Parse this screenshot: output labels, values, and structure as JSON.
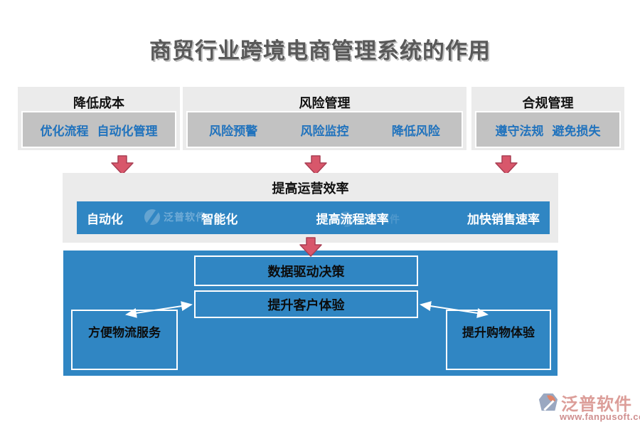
{
  "title": "商贸行业跨境电商管理系统的作用",
  "top_sections": [
    {
      "header": "降低成本",
      "items": [
        "优化流程",
        "自动化管理"
      ]
    },
    {
      "header": "风险管理",
      "items": [
        "风险预警",
        "风险监控",
        "降低风险"
      ]
    },
    {
      "header": "合规管理",
      "items": [
        "遵守法规",
        "避免损失"
      ]
    }
  ],
  "middle": {
    "header": "提高运营效率",
    "items": [
      "自动化",
      "智能化",
      "提高流程速率",
      "加快销售速率"
    ]
  },
  "bottom": {
    "top_box": "数据驱动决策",
    "center_box": "提升客户体验",
    "left_box": "方便物流服务",
    "right_box": "提升购物体验"
  },
  "watermark": {
    "text": "泛普软件"
  },
  "footer": {
    "brand": "泛普软件",
    "url": "www.fanpusoft.com"
  },
  "colors": {
    "blue": "#3086c3",
    "blue-text": "#2173bd",
    "panel-gray": "#ebebeb",
    "box-gray": "#c2c2c2",
    "arrow-red": "#d8576b",
    "arrow-red-dark": "#a93e53",
    "title-gray": "#595959",
    "brand-pink": "#dc9e99",
    "url-pink": "#cf8f8f"
  }
}
